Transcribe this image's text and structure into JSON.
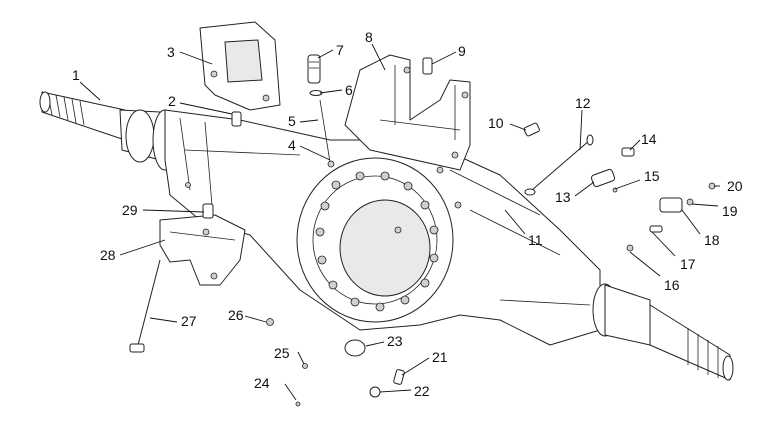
{
  "figure": {
    "callouts": [
      "1",
      "2",
      "3",
      "4",
      "5",
      "6",
      "7",
      "8",
      "9",
      "10",
      "11",
      "12",
      "13",
      "14",
      "15",
      "16",
      "17",
      "18",
      "19",
      "20",
      "21",
      "22",
      "23",
      "24",
      "25",
      "26",
      "27",
      "28",
      "29"
    ]
  }
}
